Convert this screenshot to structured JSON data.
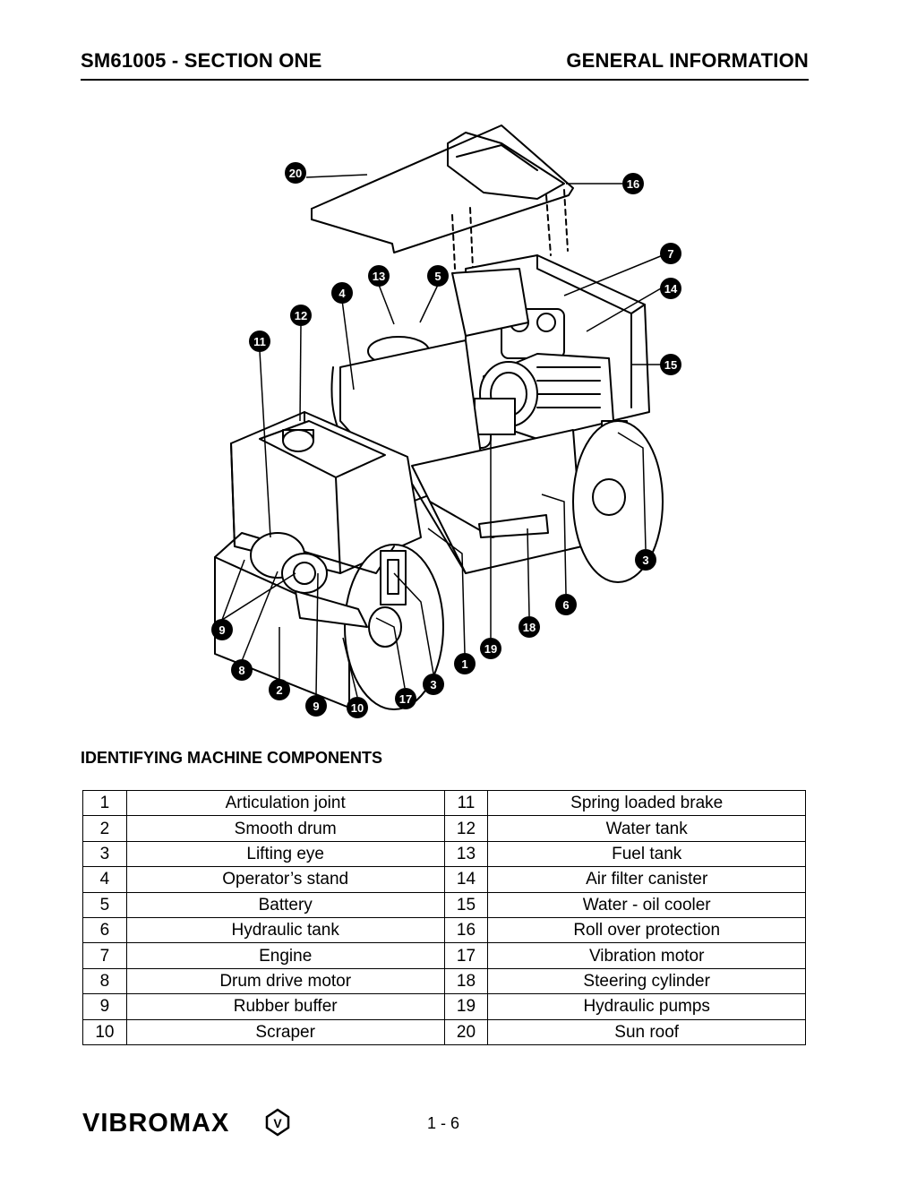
{
  "header": {
    "left": "SM61005 - SECTION ONE",
    "right": "GENERAL INFORMATION"
  },
  "diagram": {
    "callouts": [
      "20",
      "16",
      "7",
      "14",
      "13",
      "5",
      "4",
      "12",
      "11",
      "15",
      "3",
      "6",
      "18",
      "19",
      "1",
      "3",
      "17",
      "10",
      "9",
      "2",
      "8",
      "9"
    ]
  },
  "section_title": "IDENTIFYING MACHINE COMPONENTS",
  "components": [
    {
      "n1": "1",
      "d1": "Articulation joint",
      "n2": "11",
      "d2": "Spring loaded brake"
    },
    {
      "n1": "2",
      "d1": "Smooth drum",
      "n2": "12",
      "d2": "Water tank"
    },
    {
      "n1": "3",
      "d1": "Lifting eye",
      "n2": "13",
      "d2": "Fuel tank"
    },
    {
      "n1": "4",
      "d1": "Operator’s stand",
      "n2": "14",
      "d2": "Air filter canister"
    },
    {
      "n1": "5",
      "d1": "Battery",
      "n2": "15",
      "d2": "Water - oil cooler"
    },
    {
      "n1": "6",
      "d1": "Hydraulic tank",
      "n2": "16",
      "d2": "Roll over protection"
    },
    {
      "n1": "7",
      "d1": "Engine",
      "n2": "17",
      "d2": "Vibration motor"
    },
    {
      "n1": "8",
      "d1": "Drum drive motor",
      "n2": "18",
      "d2": "Steering cylinder"
    },
    {
      "n1": "9",
      "d1": "Rubber buffer",
      "n2": "19",
      "d2": "Hydraulic pumps"
    },
    {
      "n1": "10",
      "d1": "Scraper",
      "n2": "20",
      "d2": "Sun roof"
    }
  ],
  "footer": {
    "logo_text": "VIBROMAX",
    "logo_emblem": "V",
    "page_number": "1 - 6"
  }
}
